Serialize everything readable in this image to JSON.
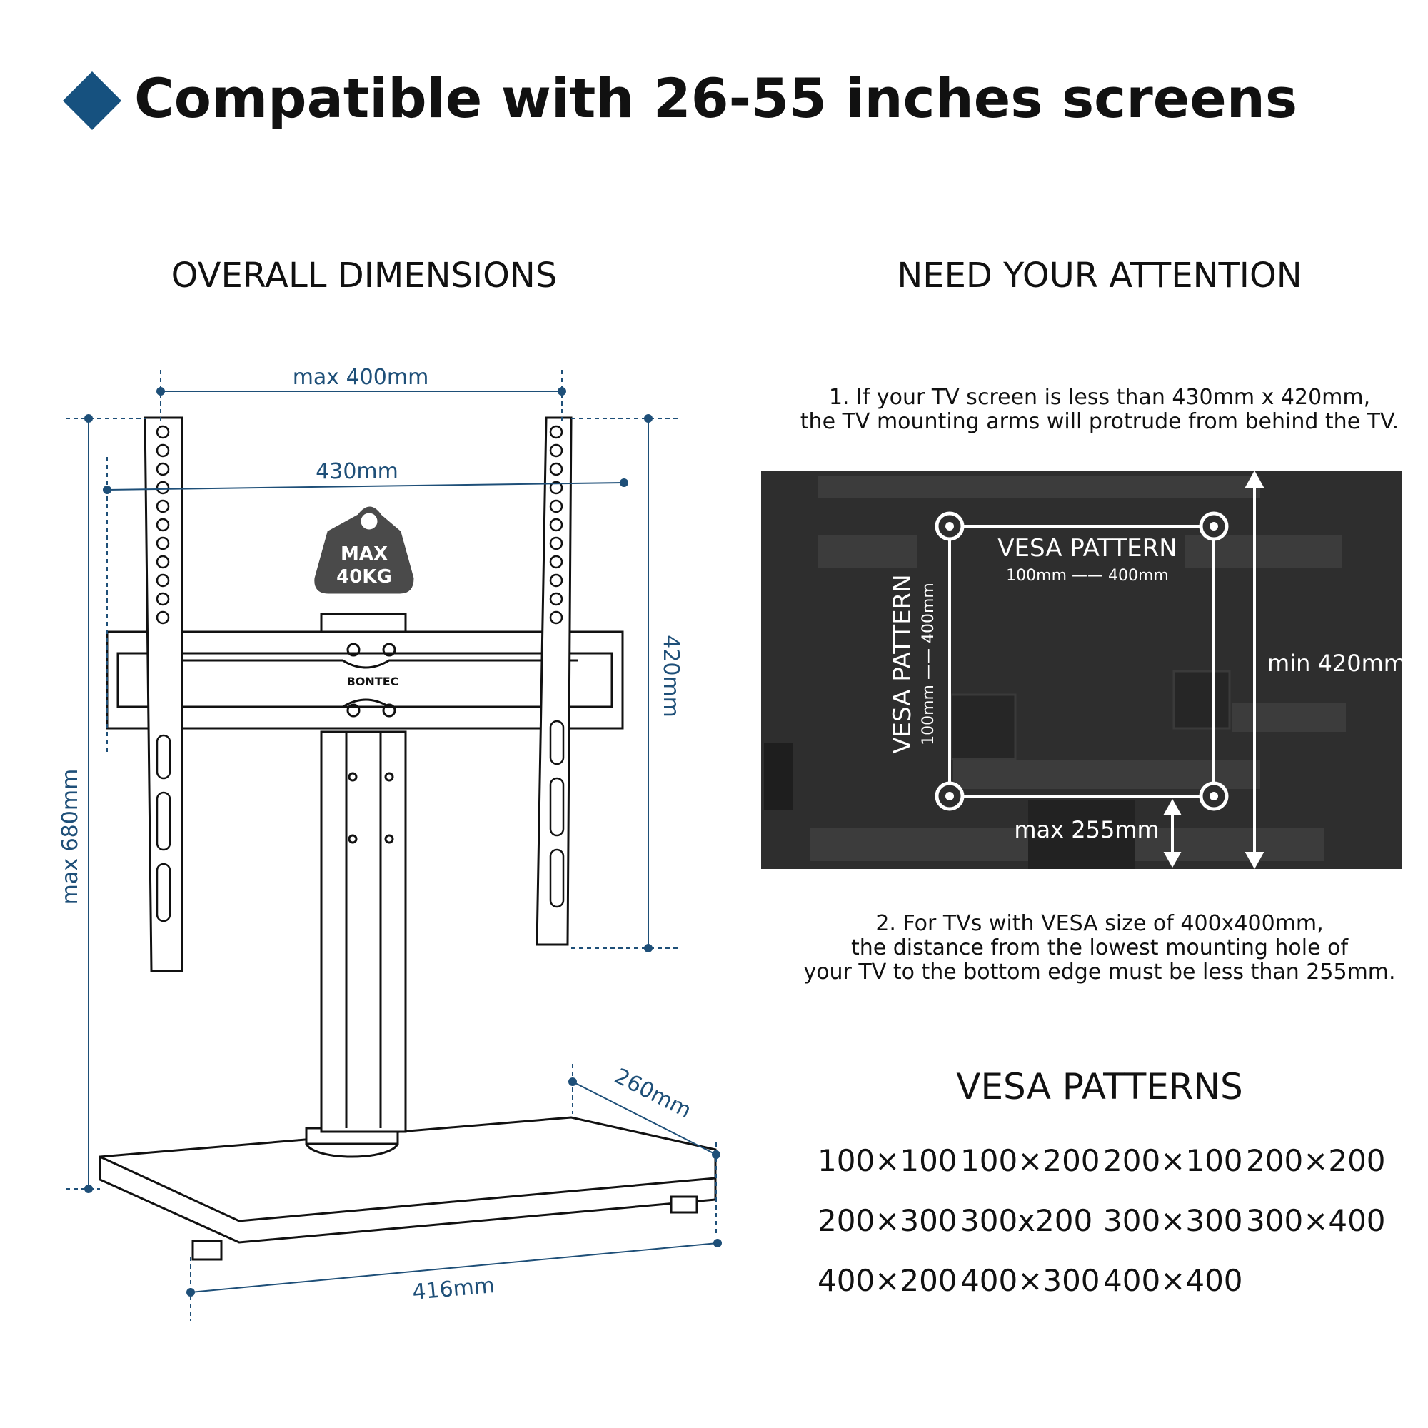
{
  "header": {
    "title": "Compatible with 26-55 inches screens"
  },
  "sections": {
    "overall": "OVERALL DIMENSIONS",
    "attention": "NEED YOUR ATTENTION"
  },
  "stand_dimensions": {
    "max_width": "max 400mm",
    "bracket_width": "430mm",
    "bracket_height": "420mm",
    "max_height": "max 680mm",
    "base_depth": "260mm",
    "base_width": "416mm",
    "weight_badge": [
      "MAX",
      "40KG"
    ],
    "brand": "BONTEC"
  },
  "notes": {
    "note1": [
      "1. If your TV screen is less than 430mm x 420mm,",
      "the TV mounting arms will protrude from behind the TV."
    ],
    "note2": [
      "2. For TVs with VESA size of 400x400mm,",
      "the distance from the lowest mounting hole of",
      "your TV to the bottom edge must be less than 255mm."
    ]
  },
  "tv_labels": {
    "vesa_horizontal": "VESA PATTERN",
    "vesa_horizontal_range": "100mm —— 400mm",
    "vesa_vertical": "VESA PATTERN",
    "vesa_vertical_range": "100mm —— 400mm",
    "min_height": "min 420mm",
    "max_bottom": "max 255mm"
  },
  "vesa_patterns": {
    "title": "VESA PATTERNS",
    "items": [
      "100×100",
      "100×200",
      "200×100",
      "200×200",
      "200×300",
      "300x200",
      "300×300",
      "300×400",
      "400×200",
      "400×300",
      "400×400"
    ]
  },
  "colors": {
    "accent": "#16517f",
    "dimension": "#1e4f78",
    "tv_body": "#2e2e2e"
  }
}
